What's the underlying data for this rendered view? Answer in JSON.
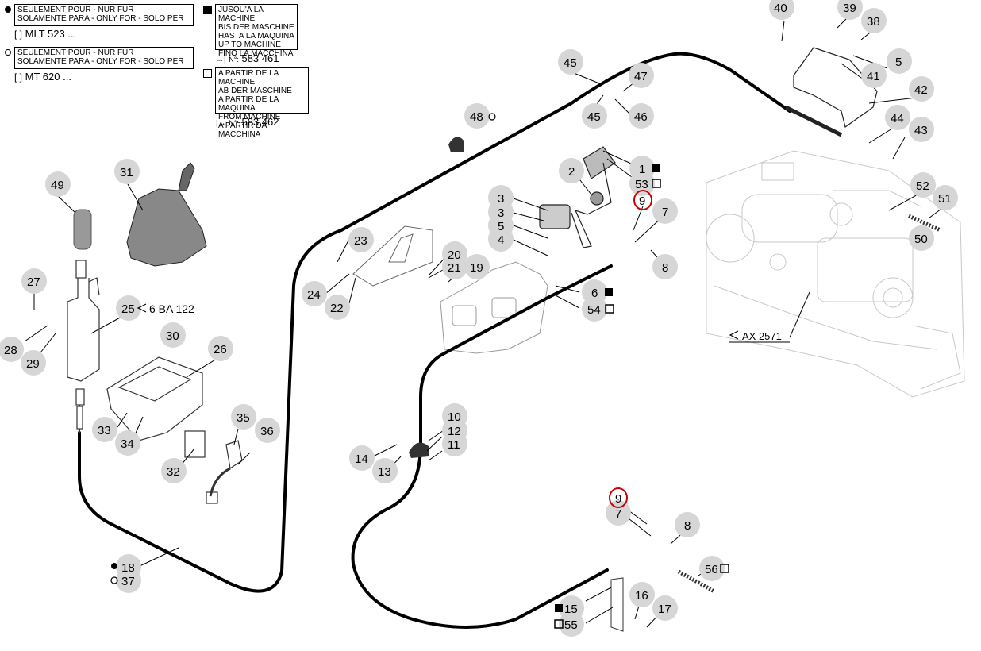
{
  "legend": {
    "only_for_1": {
      "line1": "SEULEMENT POUR - NUR FUR",
      "line2": "SOLAMENTE PARA - ONLY FOR - SOLO PER",
      "model": "MLT 523 ..."
    },
    "only_for_2": {
      "line1": "SEULEMENT POUR - NUR FUR",
      "line2": "SOLAMENTE PARA - ONLY FOR - SOLO PER",
      "model": "MT 620 ..."
    },
    "up_to": {
      "lines": [
        "JUSQU'A LA MACHINE",
        "BIS DER MASCHINE",
        "HASTA LA MAQUINA",
        "UP TO MACHINE",
        "FINO LA MACCHINA"
      ],
      "prefix": "N°:",
      "number": "583 461"
    },
    "from": {
      "lines": [
        "A PARTIR DE LA MACHINE",
        "AB DER MASCHINE",
        "A PARTIR DE LA MAQUINA",
        "FROM MACHINE",
        "A PARTIR DA MACCHINA"
      ],
      "prefix": "N°:",
      "number": "583 462"
    }
  },
  "references": {
    "ref_25": "6 BA 122",
    "ref_ax": "AX 2571"
  },
  "parts": [
    {
      "id": "p40",
      "label": "40"
    },
    {
      "id": "p39",
      "label": "39"
    },
    {
      "id": "p38",
      "label": "38"
    },
    {
      "id": "p5a",
      "label": "5"
    },
    {
      "id": "p41",
      "label": "41"
    },
    {
      "id": "p42",
      "label": "42"
    },
    {
      "id": "p44",
      "label": "44"
    },
    {
      "id": "p43",
      "label": "43"
    },
    {
      "id": "p52",
      "label": "52"
    },
    {
      "id": "p51",
      "label": "51"
    },
    {
      "id": "p50",
      "label": "50"
    },
    {
      "id": "p45a",
      "label": "45"
    },
    {
      "id": "p47",
      "label": "47"
    },
    {
      "id": "p45b",
      "label": "45"
    },
    {
      "id": "p46",
      "label": "46"
    },
    {
      "id": "p48",
      "label": "48"
    },
    {
      "id": "p2",
      "label": "2"
    },
    {
      "id": "p1",
      "label": "1"
    },
    {
      "id": "p53",
      "label": "53"
    },
    {
      "id": "p9a",
      "label": "9"
    },
    {
      "id": "p7a",
      "label": "7"
    },
    {
      "id": "p8a",
      "label": "8"
    },
    {
      "id": "p3a",
      "label": "3"
    },
    {
      "id": "p3b",
      "label": "3"
    },
    {
      "id": "p5b",
      "label": "5"
    },
    {
      "id": "p4",
      "label": "4"
    },
    {
      "id": "p6",
      "label": "6"
    },
    {
      "id": "p54",
      "label": "54"
    },
    {
      "id": "p23",
      "label": "23"
    },
    {
      "id": "p24",
      "label": "24"
    },
    {
      "id": "p22",
      "label": "22"
    },
    {
      "id": "p20",
      "label": "20"
    },
    {
      "id": "p21",
      "label": "21"
    },
    {
      "id": "p19",
      "label": "19"
    },
    {
      "id": "p49",
      "label": "49"
    },
    {
      "id": "p31",
      "label": "31"
    },
    {
      "id": "p27",
      "label": "27"
    },
    {
      "id": "p25",
      "label": "25"
    },
    {
      "id": "p28",
      "label": "28"
    },
    {
      "id": "p29",
      "label": "29"
    },
    {
      "id": "p30",
      "label": "30"
    },
    {
      "id": "p26",
      "label": "26"
    },
    {
      "id": "p33",
      "label": "33"
    },
    {
      "id": "p34",
      "label": "34"
    },
    {
      "id": "p35",
      "label": "35"
    },
    {
      "id": "p36",
      "label": "36"
    },
    {
      "id": "p32",
      "label": "32"
    },
    {
      "id": "p18",
      "label": "18"
    },
    {
      "id": "p37",
      "label": "37"
    },
    {
      "id": "p10",
      "label": "10"
    },
    {
      "id": "p12",
      "label": "12"
    },
    {
      "id": "p11",
      "label": "11"
    },
    {
      "id": "p14",
      "label": "14"
    },
    {
      "id": "p13",
      "label": "13"
    },
    {
      "id": "p9b",
      "label": "9"
    },
    {
      "id": "p7b",
      "label": "7"
    },
    {
      "id": "p8b",
      "label": "8"
    },
    {
      "id": "p56",
      "label": "56"
    },
    {
      "id": "p15",
      "label": "15"
    },
    {
      "id": "p55",
      "label": "55"
    },
    {
      "id": "p16",
      "label": "16"
    },
    {
      "id": "p17",
      "label": "17"
    }
  ],
  "highlight_color": "#cc0000"
}
